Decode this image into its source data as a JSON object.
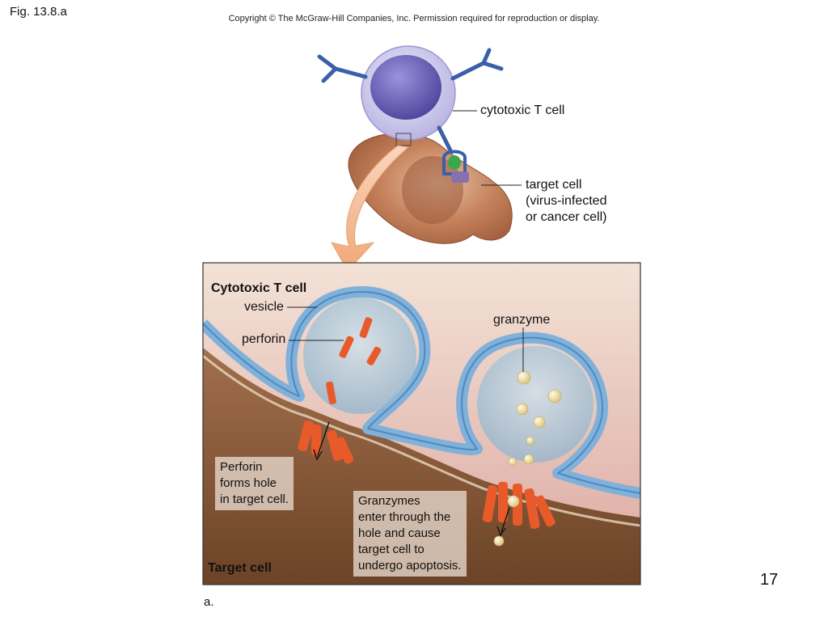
{
  "header": {
    "figure_label": "Fig. 13.8.a",
    "copyright": "Copyright © The McGraw-Hill Companies, Inc. Permission required for reproduction or display."
  },
  "overview": {
    "tcell_label": "cytotoxic T cell",
    "target_label_lines": [
      "target cell",
      "(virus-infected",
      "or cancer cell)"
    ]
  },
  "detail": {
    "tcell_title": "Cytotoxic T cell",
    "vesicle_label": "vesicle",
    "perforin_label": "perforin",
    "granzyme_label": "granzyme",
    "perforin_caption_lines": [
      "Perforin",
      "forms hole",
      "in target cell."
    ],
    "granzyme_caption_lines": [
      "Granzymes",
      "enter through the",
      "hole and cause",
      "target cell to",
      "undergo apoptosis."
    ],
    "target_title": "Target cell"
  },
  "footer": {
    "part_label": "a.",
    "page_number": "17"
  },
  "colors": {
    "tcell": "#c9c6ec",
    "nucleus": "#6a5fb8",
    "target_cell": "#b8714e",
    "membrane": "#7fb1da",
    "perforin": "#e85a2a",
    "granzyme": "#efe0a0",
    "arrow": "#f3b890"
  }
}
